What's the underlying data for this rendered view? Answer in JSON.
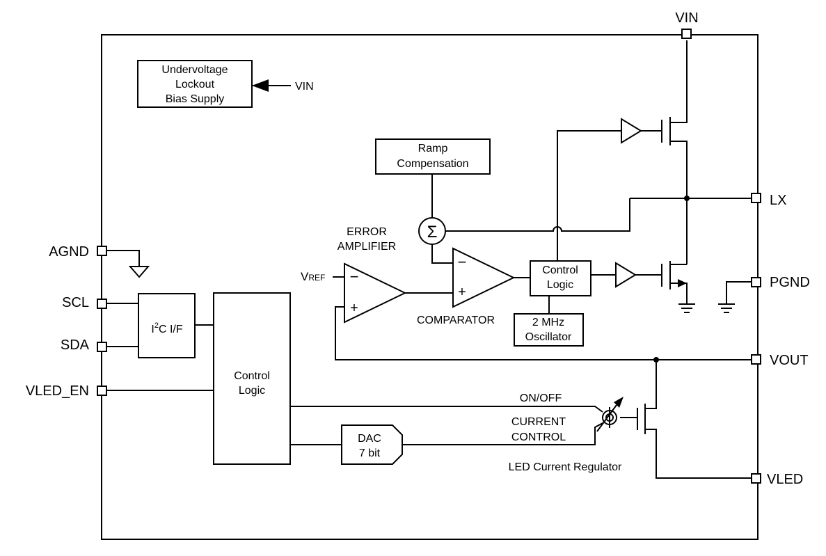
{
  "pins": {
    "vin": "VIN",
    "lx": "LX",
    "agnd": "AGND",
    "pgnd": "PGND",
    "scl": "SCL",
    "sda": "SDA",
    "vout": "VOUT",
    "vled_en": "VLED_EN",
    "vled": "VLED"
  },
  "blocks": {
    "uvlo": [
      "Undervoltage",
      "Lockout",
      "Bias Supply"
    ],
    "uvlo_input": "VIN",
    "ramp": [
      "Ramp",
      "Compensation"
    ],
    "sum_symbol": "Σ",
    "error_amp": [
      "ERROR",
      "AMPLIFIER"
    ],
    "vref_main": "V",
    "vref_sub": "REF",
    "comparator": "COMPARATOR",
    "control_logic_right": [
      "Control",
      "Logic"
    ],
    "oscillator": [
      "2 MHz",
      "Oscillator"
    ],
    "i2c_prefix": "I",
    "i2c_sup": "2",
    "i2c_suffix": "C I/F",
    "control_logic_left": [
      "Control",
      "Logic"
    ],
    "dac": [
      "DAC",
      "7 bit"
    ],
    "on_off": "ON/OFF",
    "current_control": [
      "CURRENT",
      "CONTROL"
    ],
    "led_regulator": "LED Current Regulator"
  },
  "signs": {
    "minus": "−",
    "plus": "+"
  }
}
